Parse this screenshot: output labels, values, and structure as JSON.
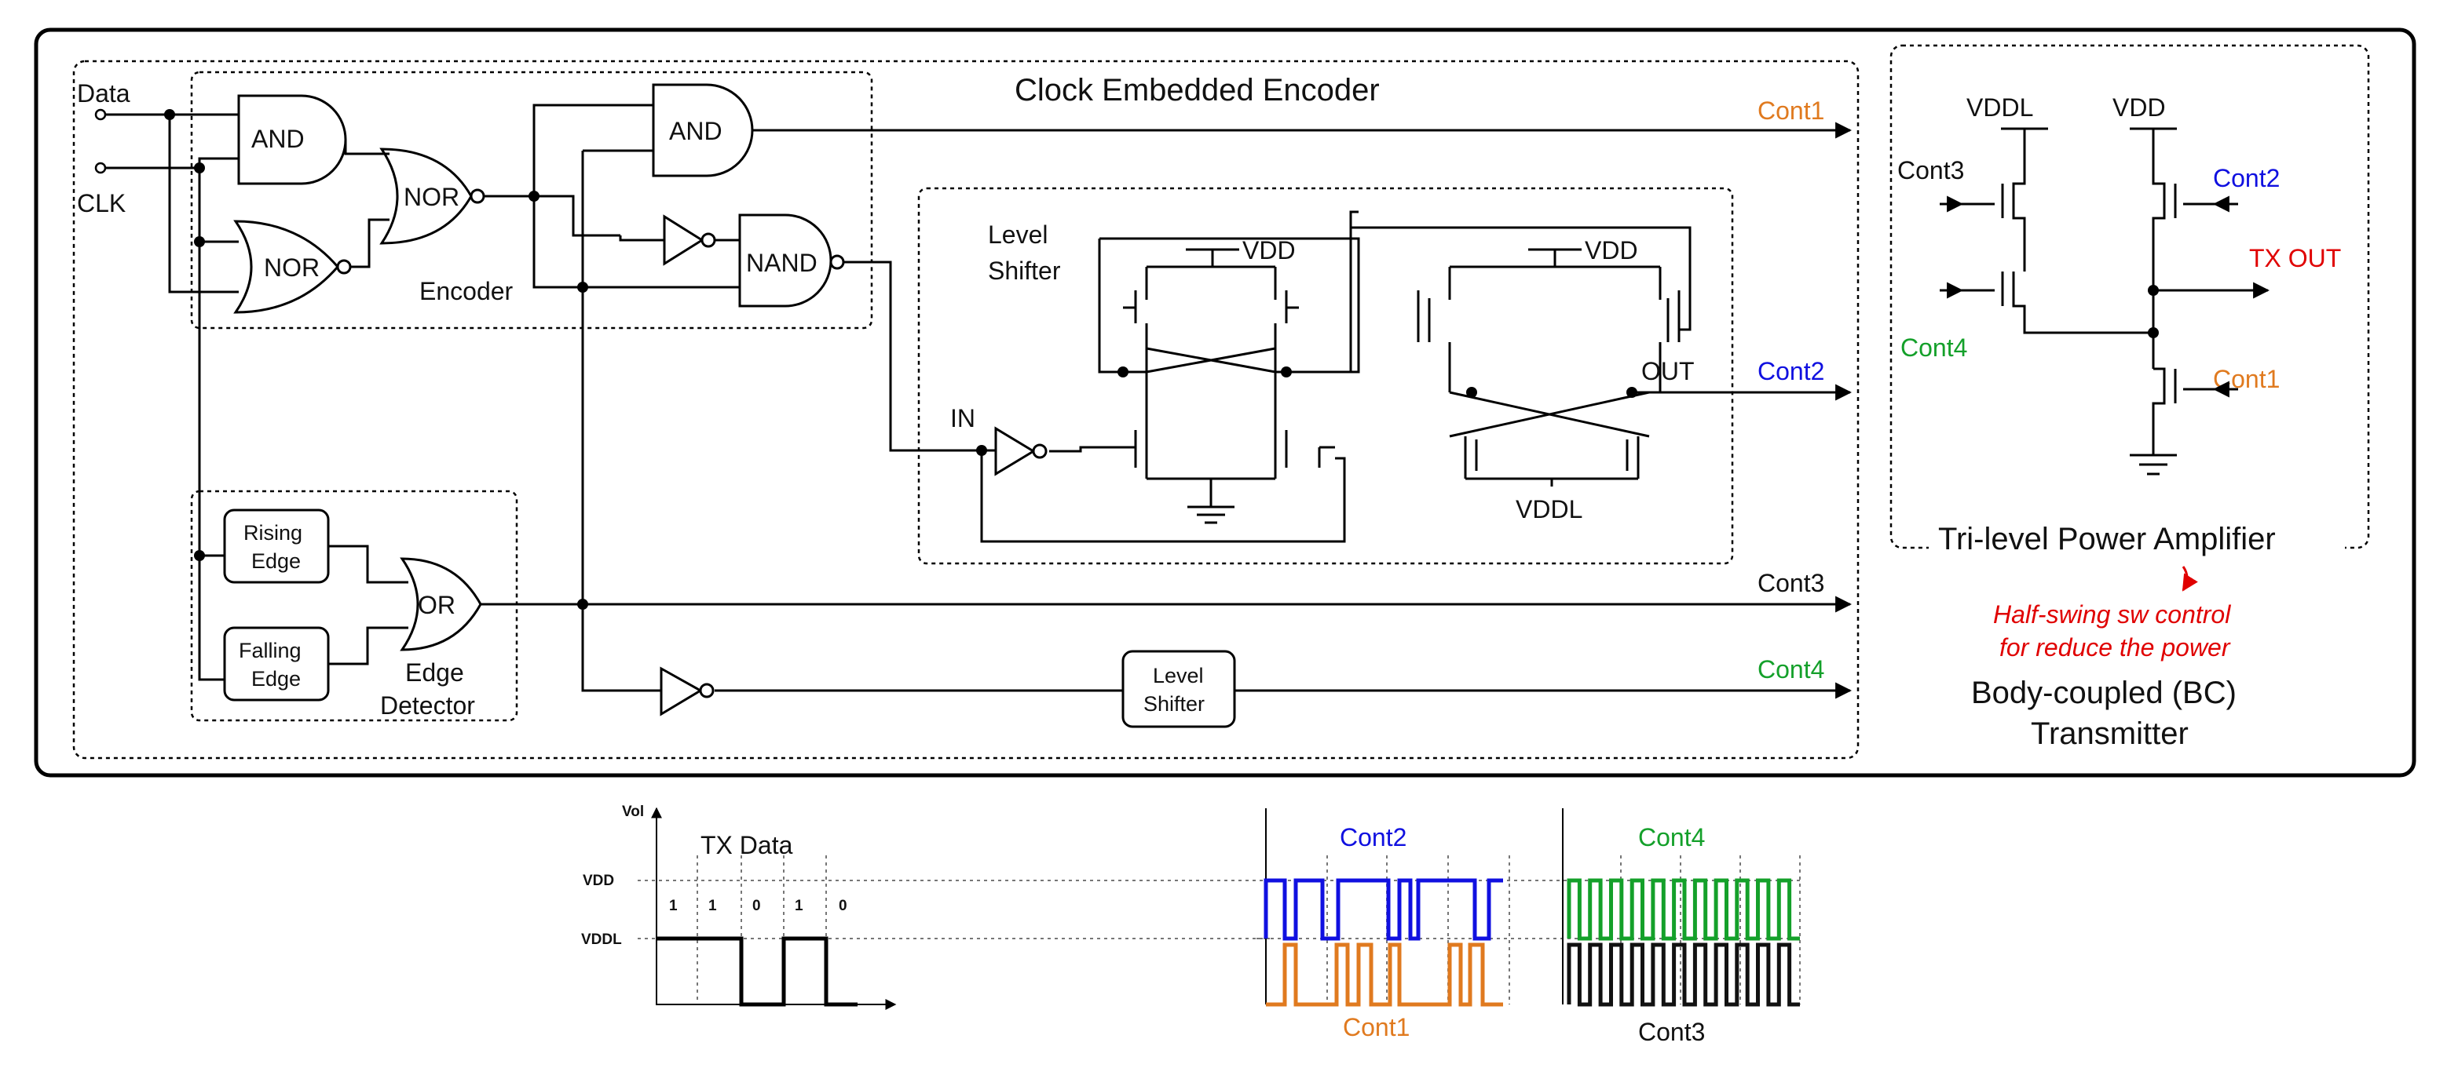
{
  "colors": {
    "cont1": "#e07a1f",
    "cont2": "#1010e0",
    "cont3": "#111111",
    "cont4": "#14a02a",
    "tx_out": "#e00000",
    "note": "#e00000"
  },
  "labels": {
    "encoder_block_title": "Clock Embedded Encoder",
    "data_in": "Data",
    "clk_in": "CLK",
    "and_gate": "AND",
    "nor_gate": "NOR",
    "nand_gate": "NAND",
    "or_gate": "OR",
    "encoder": "Encoder",
    "level_shifter_line1": "Level",
    "level_shifter_line2": "Shifter",
    "level_shifter_small_line1": "Level",
    "level_shifter_small_line2": "Shifter",
    "rising_edge_line1": "Rising",
    "rising_edge_line2": "Edge",
    "falling_edge_line1": "Falling",
    "falling_edge_line2": "Edge",
    "edge_detector_line1": "Edge",
    "edge_detector_line2": "Detector",
    "vdd": "VDD",
    "vddl": "VDDL",
    "in_pin": "IN",
    "out_pin": "OUT",
    "cont1": "Cont1",
    "cont2": "Cont2",
    "cont3": "Cont3",
    "cont4": "Cont4",
    "tx_out": "TX OUT",
    "pa_title": "Tri-level Power Amplifier",
    "note_line1": "Half-swing sw control",
    "note_line2": "for reduce the power",
    "bc_line1": "Body-coupled (BC)",
    "bc_line2": "Transmitter"
  },
  "waveforms": {
    "y_axis_label": "Vol",
    "vdd_label": "VDD",
    "vddl_label": "VDDL",
    "tx_title": "TX Data",
    "bits": [
      "1",
      "1",
      "0",
      "1",
      "0"
    ],
    "cont2_title": "Cont2",
    "cont1_title": "Cont1",
    "cont4_title": "Cont4",
    "cont3_title": "Cont3"
  }
}
